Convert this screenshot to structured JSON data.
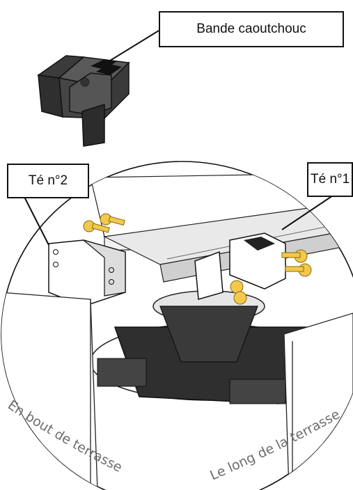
{
  "callouts": {
    "rubber_strip": "Bande caoutchouc",
    "tee_2": "Té n°2",
    "tee_1": "Té n°1"
  },
  "curved_labels": {
    "deck_end": "En bout de terrasse",
    "deck_length": "Le long de la terrasse"
  },
  "colors": {
    "outline": "#111111",
    "body_gray": "#4a4a4a",
    "screw_yellow": "#f2c94c",
    "label_gray": "#6d6d6d"
  }
}
